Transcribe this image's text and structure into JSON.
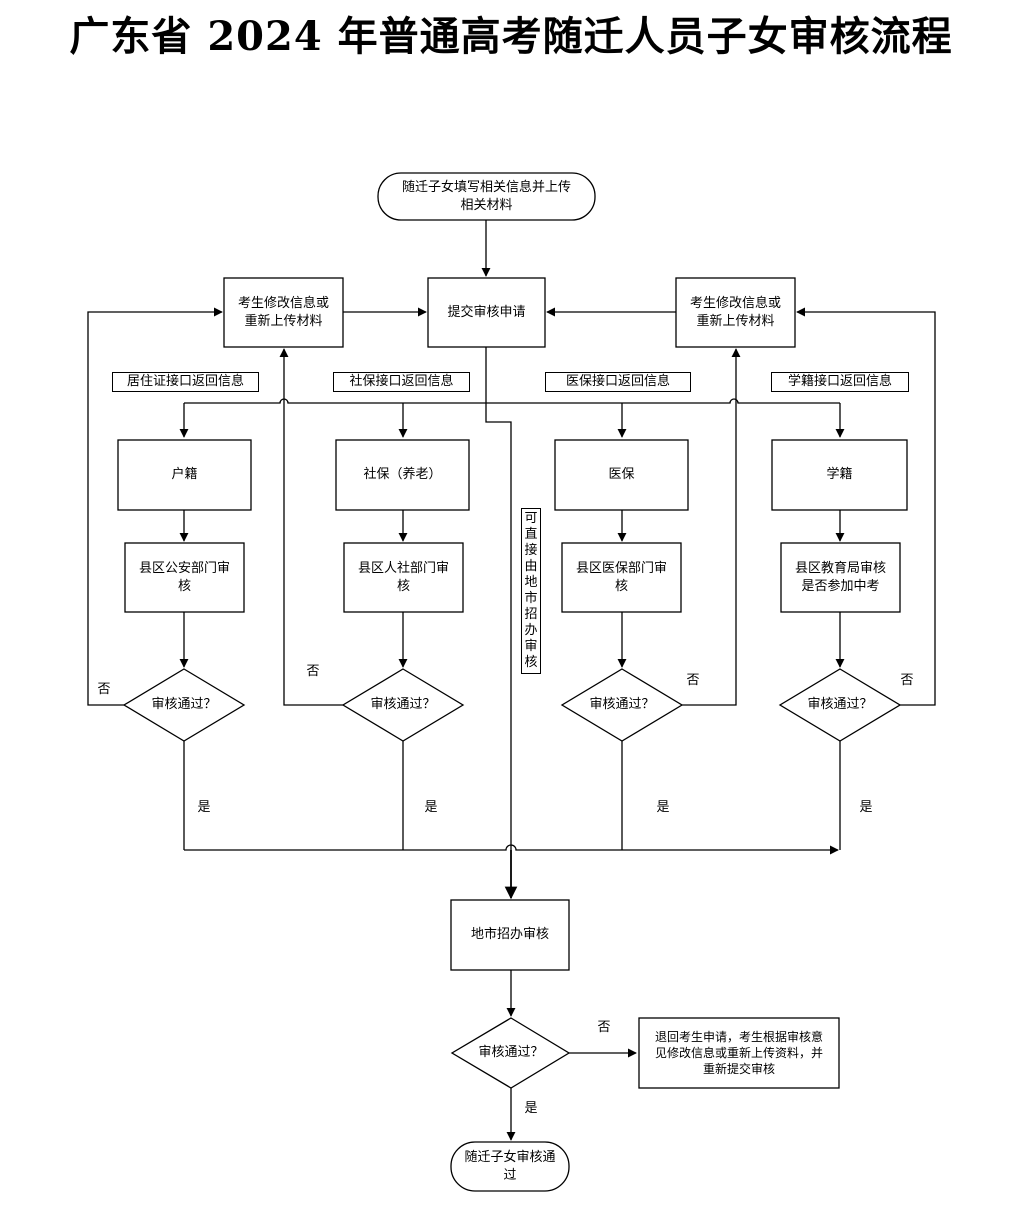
{
  "title": "广东省 2024 年普通高考随迁人员子女审核流程",
  "nodes": {
    "start": "随迁子女填写相关信息并上传\n相关材料",
    "submit": "提交审核申请",
    "modify_left": "考生修改信息或\n重新上传材料",
    "modify_right": "考生修改信息或\n重新上传材料",
    "huji": "户籍",
    "shebao": "社保（养老）",
    "yibao": "医保",
    "xueji": "学籍",
    "police": "县区公安部门审\n核",
    "hr": "县区人社部门审\n核",
    "medical": "县区医保部门审\n核",
    "edu": "县区教育局审核\n是否参加中考",
    "city": "地市招办审核",
    "return_note": "退回考生申请，考生根据审核意\n见修改信息或重新上传资料，并\n重新提交审核",
    "passed": "随迁子女审核通\n过"
  },
  "decisions": {
    "d1": "审核通过？",
    "d2": "审核通过？",
    "d3": "审核通过？",
    "d4": "审核通过？",
    "final": "审核通过？"
  },
  "tags": {
    "residence": "居住证接口返回信息",
    "social": "社保接口返回信息",
    "medical": "医保接口返回信息",
    "school": "学籍接口返回信息",
    "direct": "可直接由地市招办审核"
  },
  "edge_labels": {
    "no": "否",
    "yes": "是"
  }
}
